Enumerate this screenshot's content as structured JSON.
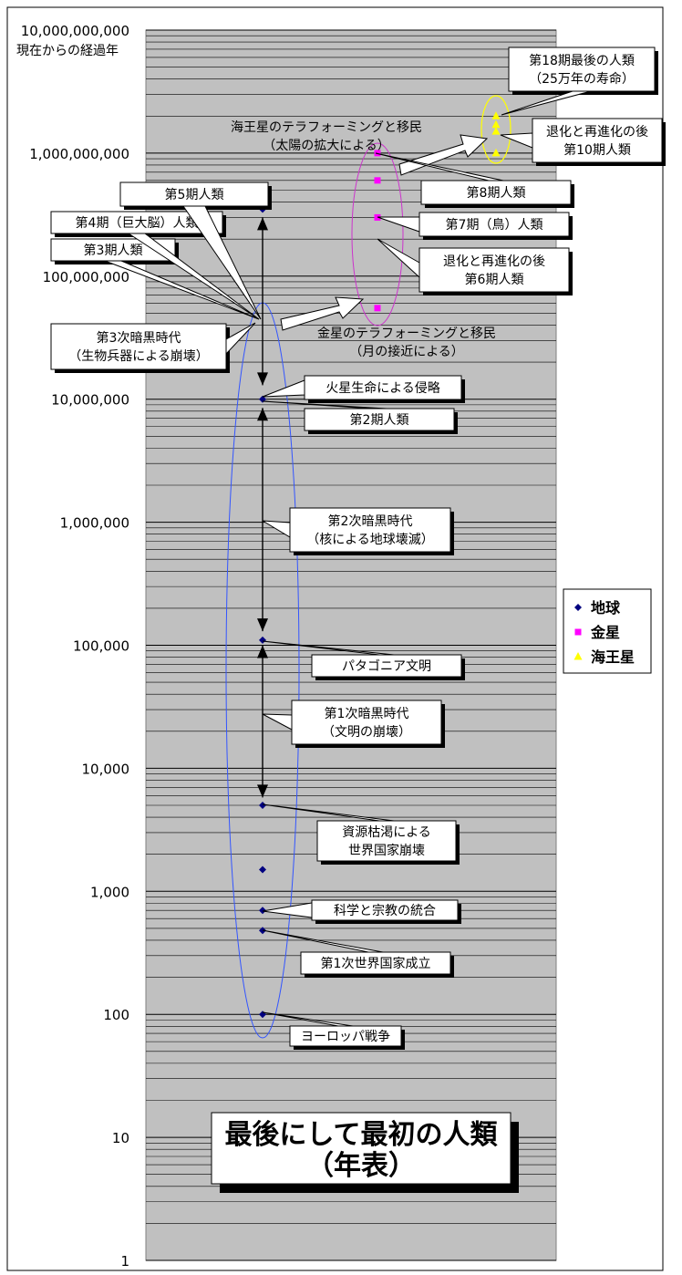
{
  "chart_data": {
    "type": "scatter",
    "title": [
      "最後にして最初の人類",
      "（年表）"
    ],
    "ylabel": "現在からの経過年",
    "yscale": "log",
    "ylim": [
      1,
      10000000000
    ],
    "y_ticks": [
      {
        "value": 1,
        "label": "1"
      },
      {
        "value": 10,
        "label": "10"
      },
      {
        "value": 100,
        "label": "100"
      },
      {
        "value": 1000,
        "label": "1,000"
      },
      {
        "value": 10000,
        "label": "10,000"
      },
      {
        "value": 100000,
        "label": "100,000"
      },
      {
        "value": 1000000,
        "label": "1,000,000"
      },
      {
        "value": 10000000,
        "label": "10,000,000"
      },
      {
        "value": 100000000,
        "label": "100,000,000"
      },
      {
        "value": 1000000000,
        "label": "1,000,000,000"
      },
      {
        "value": 10000000000,
        "label": "10,000,000,000"
      }
    ],
    "grid": true,
    "legend_position": "right",
    "colors": {
      "earth": "#000080",
      "venus": "#ff00ff",
      "neptune": "#ffff00"
    },
    "series": [
      {
        "name": "地球",
        "key": "earth",
        "marker": "diamond",
        "x": 1,
        "y": [
          100,
          480,
          700,
          1500,
          5000,
          110000,
          10000000,
          350000000
        ]
      },
      {
        "name": "金星",
        "key": "venus",
        "marker": "square",
        "x": 2,
        "y": [
          55000000,
          300000000,
          600000000,
          1000000000
        ]
      },
      {
        "name": "海王星",
        "key": "neptune",
        "marker": "triangle",
        "x": 3,
        "y": [
          1000000000,
          1500000000,
          1700000000,
          2000000000
        ]
      }
    ],
    "dark_ages": [
      {
        "x": 1,
        "from": 5800,
        "to": 100000
      },
      {
        "x": 1,
        "from": 130000,
        "to": 8500000
      },
      {
        "x": 1,
        "from": 13000000,
        "to": 300000000
      }
    ],
    "annotations": [
      {
        "lines": [
          "ヨーロッパ戦争"
        ]
      },
      {
        "lines": [
          "第1次世界国家成立"
        ]
      },
      {
        "lines": [
          "科学と宗教の統合"
        ]
      },
      {
        "lines": [
          "資源枯渇による",
          "世界国家崩壊"
        ]
      },
      {
        "lines": [
          "第1次暗黒時代",
          "（文明の崩壊）"
        ]
      },
      {
        "lines": [
          "パタゴニア文明"
        ]
      },
      {
        "lines": [
          "第2次暗黒時代",
          "（核による地球壊滅）"
        ]
      },
      {
        "lines": [
          "第2期人類"
        ]
      },
      {
        "lines": [
          "火星生命による侵略"
        ]
      },
      {
        "lines": [
          "第3次暗黒時代",
          "（生物兵器による崩壊）"
        ]
      },
      {
        "lines": [
          "第3期人類"
        ]
      },
      {
        "lines": [
          "第4期（巨大脳）人類"
        ]
      },
      {
        "lines": [
          "第5期人類"
        ]
      },
      {
        "lines": [
          "退化と再進化の後",
          "第6期人類"
        ]
      },
      {
        "lines": [
          "第7期（鳥）人類"
        ]
      },
      {
        "lines": [
          "第8期人類"
        ]
      },
      {
        "lines": [
          "退化と再進化の後",
          "第10期人類"
        ]
      },
      {
        "lines": [
          "第18期最後の人類",
          "（25万年の寿命）"
        ]
      }
    ],
    "migrations": [
      {
        "lines": [
          "金星のテラフォーミングと移民",
          "（月の接近による）"
        ]
      },
      {
        "lines": [
          "海王星のテラフォーミングと移民",
          "（太陽の拡大による）"
        ]
      }
    ]
  }
}
